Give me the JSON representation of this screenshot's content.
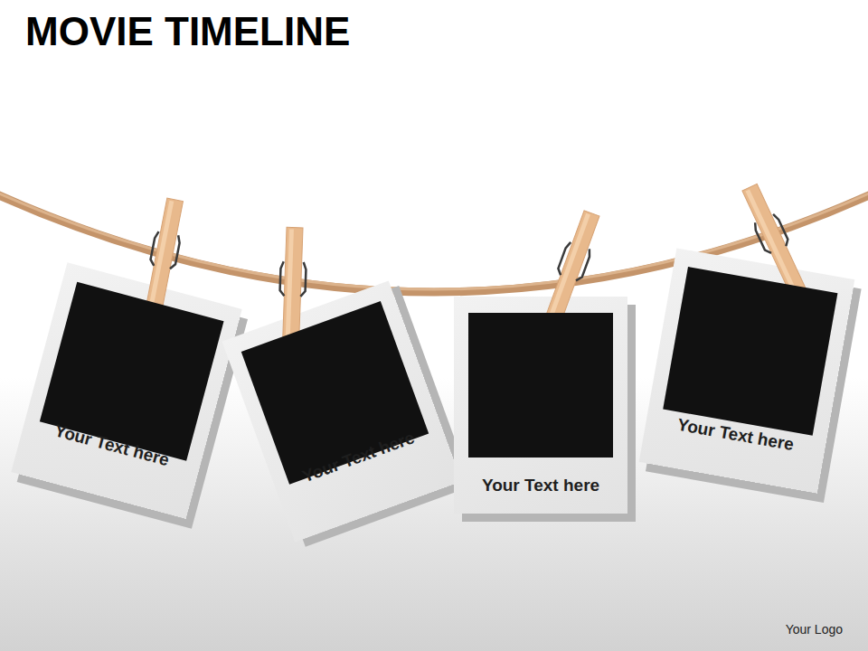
{
  "diagram": {
    "title": "MOVIE TIMELINE",
    "nodes": [
      {
        "text": [
          "Your Text here"
        ]
      },
      {
        "text": [
          "Your Text here"
        ]
      },
      {
        "text": [
          "Your Text here"
        ]
      },
      {
        "text": [
          "Your Text here"
        ]
      }
    ],
    "labels": [
      "Your Logo"
    ]
  }
}
